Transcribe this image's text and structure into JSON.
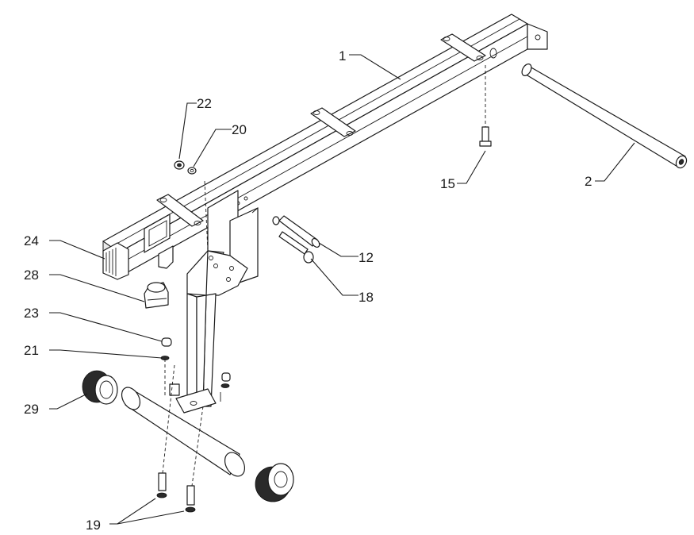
{
  "callouts": {
    "c1": "1",
    "c2": "2",
    "c12": "12",
    "c15": "15",
    "c18": "18",
    "c19": "19",
    "c20": "20",
    "c21": "21",
    "c22": "22",
    "c23": "23",
    "c24": "24",
    "c28": "28",
    "c29": "29"
  }
}
